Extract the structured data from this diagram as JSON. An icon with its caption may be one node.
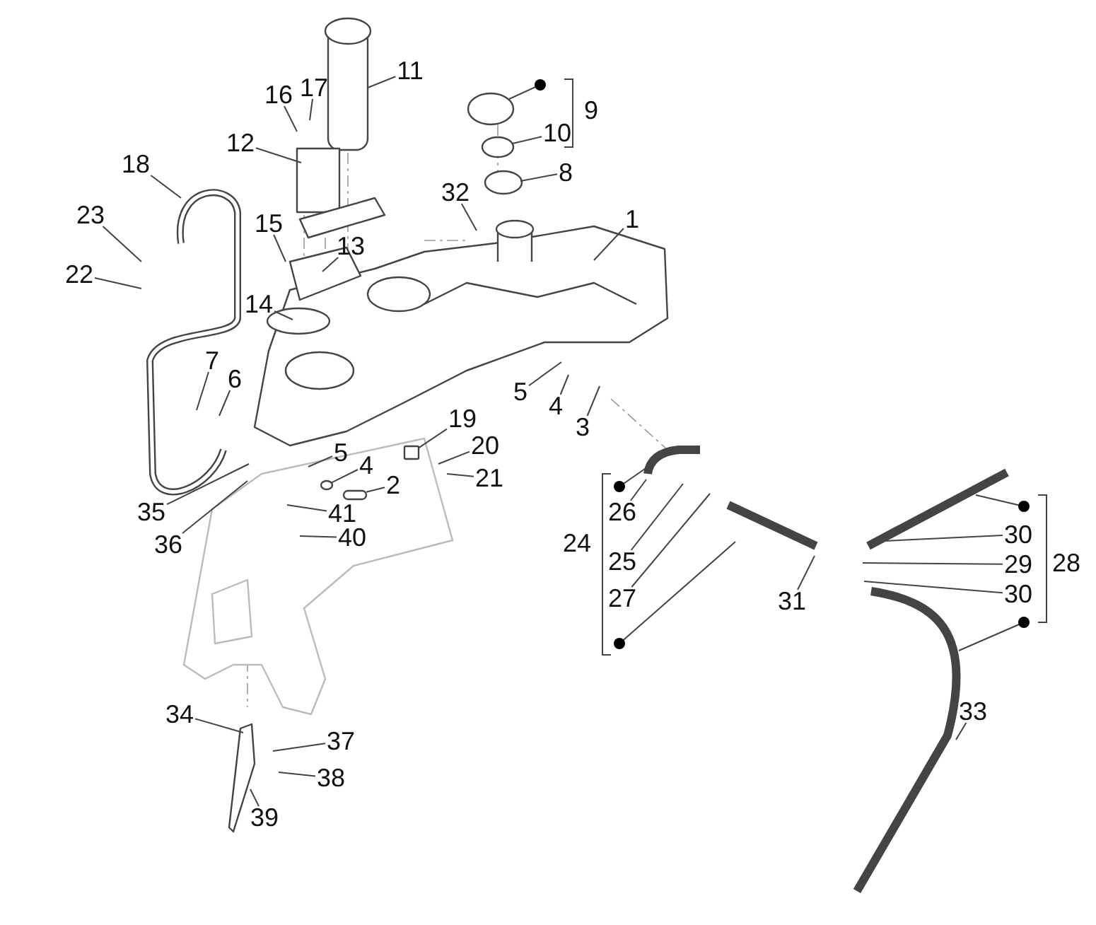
{
  "diagram": {
    "nodes": [
      {
        "text": [
          "11"
        ]
      },
      {
        "text": [
          "16"
        ]
      },
      {
        "text": [
          "17"
        ]
      },
      {
        "text": [
          "10"
        ]
      },
      {
        "text": [
          "12"
        ]
      },
      {
        "text": [
          "8"
        ]
      },
      {
        "text": [
          "18"
        ]
      },
      {
        "text": [
          "32"
        ]
      },
      {
        "text": [
          "1"
        ]
      },
      {
        "text": [
          "15"
        ]
      },
      {
        "text": [
          "23"
        ]
      },
      {
        "text": [
          "13"
        ]
      },
      {
        "text": [
          "22"
        ]
      },
      {
        "text": [
          "14"
        ]
      },
      {
        "text": [
          "7"
        ]
      },
      {
        "text": [
          "6"
        ]
      },
      {
        "text": [
          "5"
        ]
      },
      {
        "text": [
          "4"
        ]
      },
      {
        "text": [
          "3"
        ]
      },
      {
        "text": [
          "19"
        ]
      },
      {
        "text": [
          "20"
        ]
      },
      {
        "text": [
          "5"
        ]
      },
      {
        "text": [
          "4"
        ]
      },
      {
        "text": [
          "21"
        ]
      },
      {
        "text": [
          "2"
        ]
      },
      {
        "text": [
          "41"
        ]
      },
      {
        "text": [
          "35"
        ]
      },
      {
        "text": [
          "26"
        ]
      },
      {
        "text": [
          "40"
        ]
      },
      {
        "text": [
          "36"
        ]
      },
      {
        "text": [
          "25"
        ]
      },
      {
        "text": [
          "30"
        ]
      },
      {
        "text": [
          "29"
        ]
      },
      {
        "text": [
          "30"
        ]
      },
      {
        "text": [
          "27"
        ]
      },
      {
        "text": [
          "31"
        ]
      },
      {
        "text": [
          "33"
        ]
      },
      {
        "text": [
          "34"
        ]
      },
      {
        "text": [
          "37"
        ]
      },
      {
        "text": [
          "38"
        ]
      },
      {
        "text": [
          "39"
        ]
      },
      {
        "text": [],
        "shape": "circle"
      },
      {
        "text": [],
        "shape": "box"
      },
      {
        "text": [],
        "shape": "circle"
      },
      {
        "text": [],
        "shape": "bar"
      }
    ],
    "edges": [
      {
        "from": 0,
        "to": null,
        "arrow": "none"
      },
      {
        "from": 1,
        "to": null,
        "arrow": "none"
      },
      {
        "from": 2,
        "to": null,
        "arrow": "none"
      },
      {
        "from": 3,
        "to": 41,
        "arrow": "none"
      },
      {
        "from": 4,
        "to": null,
        "arrow": "none"
      },
      {
        "from": 5,
        "to": null,
        "arrow": "none"
      },
      {
        "from": 6,
        "to": null,
        "arrow": "none"
      },
      {
        "from": 7,
        "to": null,
        "arrow": "none"
      },
      {
        "from": 8,
        "to": null,
        "arrow": "none"
      },
      {
        "from": 9,
        "to": null,
        "arrow": "none"
      },
      {
        "from": 10,
        "to": null,
        "arrow": "none"
      },
      {
        "from": 11,
        "to": null,
        "arrow": "none"
      },
      {
        "from": 12,
        "to": null,
        "arrow": "none"
      },
      {
        "from": 13,
        "to": null,
        "arrow": "none"
      },
      {
        "from": 14,
        "to": null,
        "arrow": "none"
      },
      {
        "from": 15,
        "to": null,
        "arrow": "none"
      },
      {
        "from": 16,
        "to": null,
        "arrow": "none"
      },
      {
        "from": 17,
        "to": null,
        "arrow": "none"
      },
      {
        "from": 18,
        "to": null,
        "arrow": "none"
      },
      {
        "from": 19,
        "to": 42,
        "arrow": "none"
      },
      {
        "from": 20,
        "to": null,
        "arrow": "none"
      },
      {
        "from": 21,
        "to": null,
        "arrow": "none"
      },
      {
        "from": 22,
        "to": 43,
        "arrow": "none"
      },
      {
        "from": 23,
        "to": null,
        "arrow": "none"
      },
      {
        "from": 24,
        "to": 44,
        "arrow": "none"
      },
      {
        "from": 25,
        "to": null,
        "arrow": "none"
      },
      {
        "from": 26,
        "to": null,
        "arrow": "none"
      },
      {
        "from": 27,
        "to": null,
        "arrow": "none"
      },
      {
        "from": 28,
        "to": null,
        "arrow": "none"
      },
      {
        "from": 29,
        "to": null,
        "arrow": "none"
      },
      {
        "from": 30,
        "to": null,
        "arrow": "none"
      },
      {
        "from": 31,
        "to": null,
        "arrow": "none"
      },
      {
        "from": 32,
        "to": null,
        "arrow": "none"
      },
      {
        "from": 33,
        "to": null,
        "arrow": "none"
      },
      {
        "from": 34,
        "to": null,
        "arrow": "none"
      },
      {
        "from": 35,
        "to": null,
        "arrow": "none"
      },
      {
        "from": 36,
        "to": null,
        "arrow": "none"
      },
      {
        "from": 37,
        "to": null,
        "arrow": "none"
      },
      {
        "from": 38,
        "to": null,
        "arrow": "none"
      },
      {
        "from": 39,
        "to": null,
        "arrow": "none"
      },
      {
        "from": 40,
        "to": null,
        "arrow": "none"
      }
    ],
    "labels": [
      "9",
      "24",
      "28"
    ]
  }
}
